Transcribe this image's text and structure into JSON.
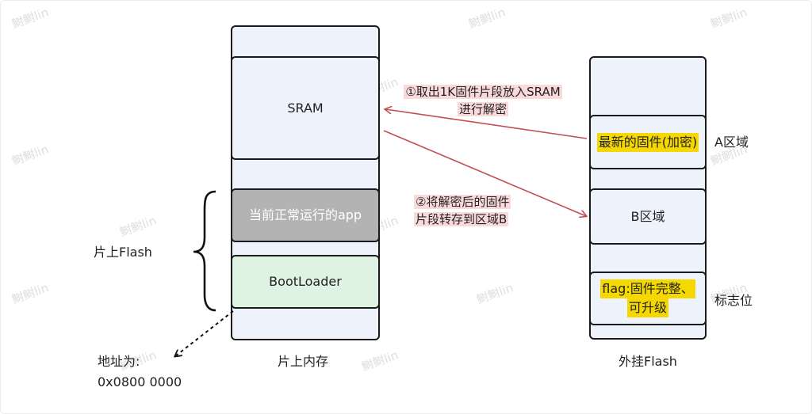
{
  "watermark": "鲥鲥lin",
  "onchip": {
    "sram_label": "SRAM",
    "app_label": "当前正常运行的app",
    "bootloader_label": "BootLoader",
    "caption": "片上内存",
    "brace_label": "片上Flash",
    "address_label": "地址为:",
    "address_value": "0x0800 0000"
  },
  "external": {
    "region_a_box": "最新的固件(加密)",
    "region_a_label": "A区域",
    "region_b_box": "B区域",
    "flag_line1": "flag:固件完整、",
    "flag_line2": "可升级",
    "flag_label": "标志位",
    "caption": "外挂Flash"
  },
  "arrows": {
    "step1_line1": "①取出1K固件片段放入SRAM",
    "step1_line2": "进行解密",
    "step2_line1": "②将解密后的固件",
    "step2_line2": "片段转存到区域B"
  },
  "colors": {
    "arrow": "#c44e52",
    "highlight": "#f5d800",
    "annotation_bg": "#f9d9d9"
  }
}
